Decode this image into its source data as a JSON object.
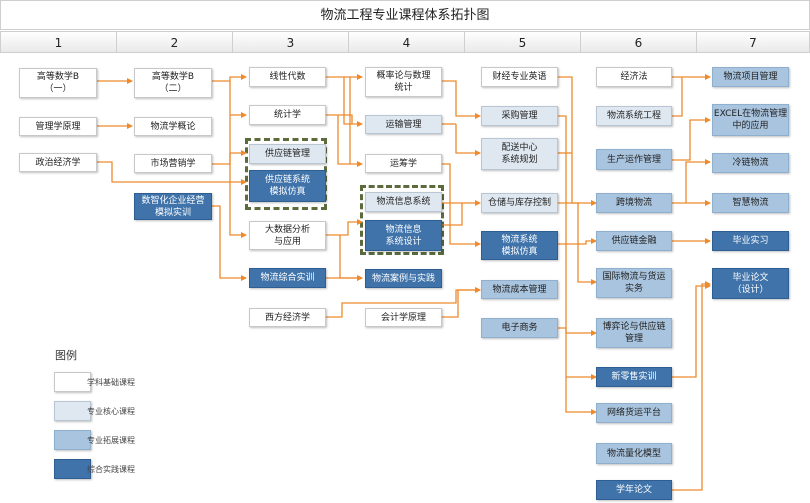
{
  "title": "物流工程专业课程体系拓扑图",
  "columns": [
    "1",
    "2",
    "3",
    "4",
    "5",
    "6",
    "7"
  ],
  "nodes": {
    "gaoshu1": "高等数学B\n（一）",
    "gaoshu2": "高等数学B\n（二）",
    "xianxing": "线性代数",
    "gailv": "概率论与数理\n统计",
    "caijing": "财经专业英语",
    "jingjifa": "经济法",
    "wlxmgl": "物流项目管理",
    "guanlixue": "管理学原理",
    "wlxgl": "物流学概论",
    "tongji": "统计学",
    "yunshu": "运输管理",
    "caigou": "采购管理",
    "wlxtgc": "物流系统工程",
    "excel": "EXCEL在物流管理\n中的应用",
    "zhengzhi": "政治经济学",
    "shichang": "市场营销学",
    "gylgl": "供应链管理",
    "yunchou": "运筹学",
    "peisong": "配送中心\n系统规划",
    "shengchan": "生产运作管理",
    "lengl": "冷链物流",
    "shuzhi": "数智化企业经营\n模拟实训",
    "gylfz": "供应链系统\n模拟仿真",
    "wlxxxt": "物流信息系统",
    "cangchu": "仓储与库存控制",
    "kuajing": "跨境物流",
    "zhihui": "智慧物流",
    "dashuju": "大数据分析\n与应用",
    "wlxxsj": "物流信息\n系统设计",
    "wlxtfz": "物流系统\n模拟仿真",
    "gyljr": "供应链金融",
    "biyeshixi": "毕业实习",
    "wlzhsx": "物流综合实训",
    "anli": "物流案例与实践",
    "guoji": "国际物流与货运\n实务",
    "biyelunwen": "毕业论文\n（设计）",
    "chengben": "物流成本管理",
    "xifang": "西方经济学",
    "kuaiji": "会计学原理",
    "dianzi": "电子商务",
    "boyi": "博弈论与供应链\n管理",
    "xinls": "新零售实训",
    "wangluo": "网络货运平台",
    "lianghua": "物流量化模型",
    "xuenian": "学年论文"
  },
  "legend": {
    "title": "图例",
    "items": [
      "学科基础课程",
      "专业核心课程",
      "专业拓展课程",
      "综合实践课程"
    ]
  },
  "colors": {
    "arrow": "#ee8a2c",
    "basic": "#ffffff",
    "core": "#dfe8f1",
    "ext": "#a9c4df",
    "prac": "#3f73aa",
    "group_border": "#5b6b3c"
  }
}
